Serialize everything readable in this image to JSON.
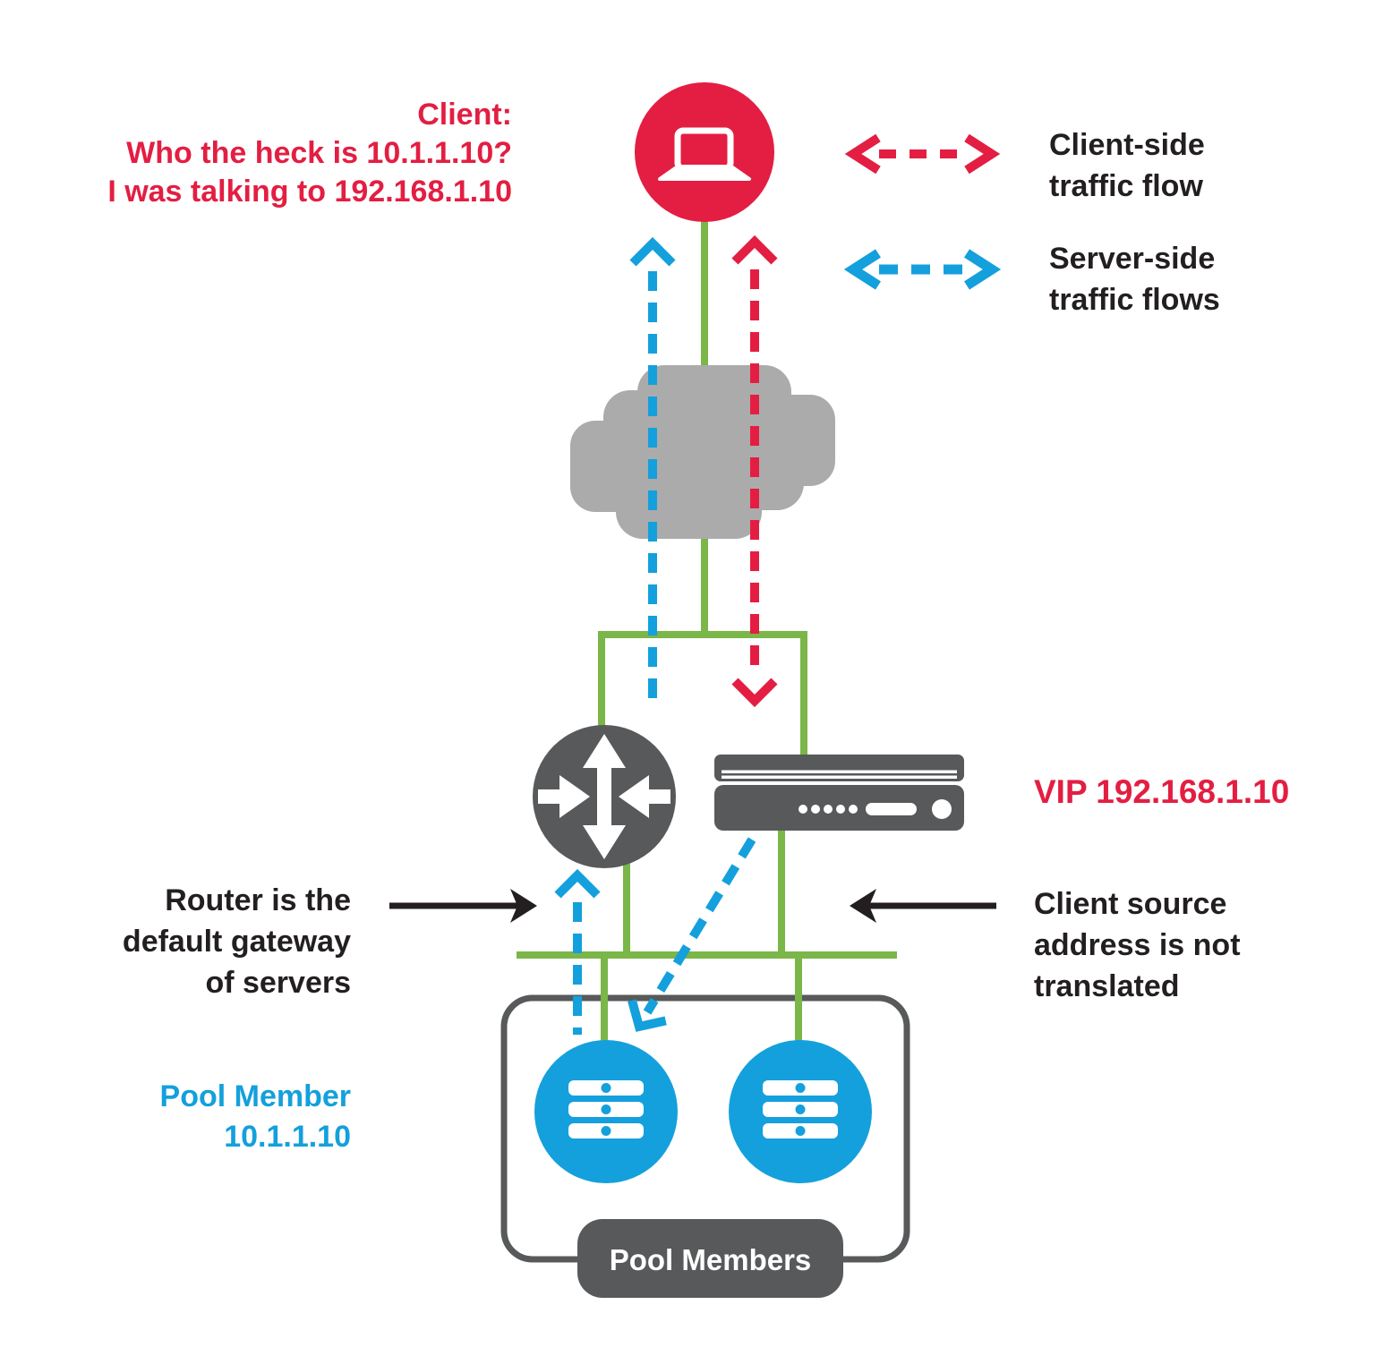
{
  "colors": {
    "client_red": "#E31E42",
    "server_blue": "#14A0DC",
    "link_green": "#7AB648",
    "device_gray": "#58595B",
    "cloud_gray": "#ABABAB",
    "text_black": "#231F20"
  },
  "icons": {
    "client": "laptop-icon",
    "internet": "cloud-icon",
    "router": "router-arrows-icon",
    "load_balancer": "appliance-icon",
    "pool_member": "server-stack-icon"
  },
  "client_note": {
    "line1": "Client:",
    "line2": "Who the heck is 10.1.1.10?",
    "line3": "I was talking to 192.168.1.10"
  },
  "legend": {
    "client_side": {
      "line1": "Client-side",
      "line2": "traffic flow",
      "arrow_color": "#E31E42",
      "arrow_style": "dashed-double-headed"
    },
    "server_side": {
      "line1": "Server-side",
      "line2": "traffic flows",
      "arrow_color": "#14A0DC",
      "arrow_style": "dashed-double-headed"
    }
  },
  "vip_label": "VIP 192.168.1.10",
  "router_note": {
    "line1": "Router is the",
    "line2": "default gateway",
    "line3": "of servers"
  },
  "client_source_note": {
    "line1": "Client source",
    "line2": "address is not",
    "line3": "translated"
  },
  "pool_member_note": {
    "line1": "Pool Member",
    "line2": "10.1.1.10"
  },
  "pool_badge_label": "Pool Members"
}
